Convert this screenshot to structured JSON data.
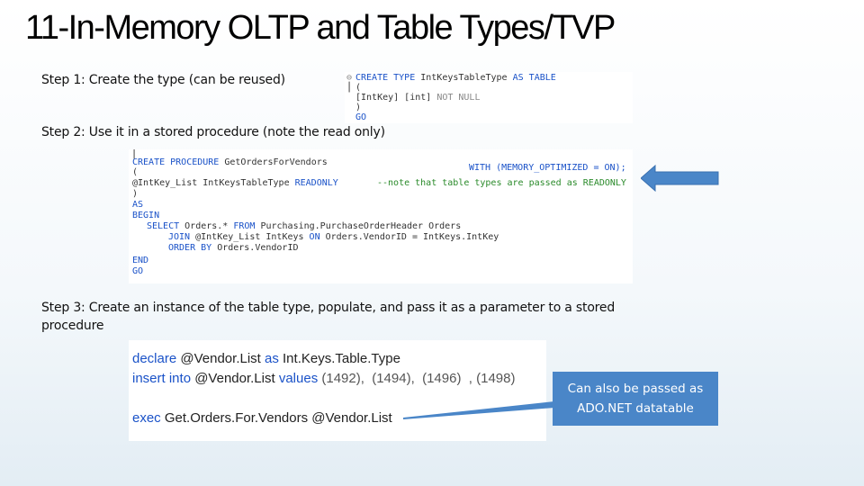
{
  "slide": {
    "title": "11-In-Memory OLTP and Table Types/TVP",
    "step1": "Step 1:  Create the type (can be reused)",
    "step2": "Step 2:  Use it in a stored procedure (note the read only)",
    "step3_line1": "Step 3: Create an instance of the table type, populate, and pass it as a parameter to a stored",
    "step3_line2": "procedure",
    "callout_line1": "Can also be passed as",
    "callout_line2": "ADO.NET datatable"
  },
  "code1": {
    "l1_kw": "CREATE TYPE ",
    "l1_name": "IntKeysTableType ",
    "l1_kw2": "AS TABLE",
    "l2": "(",
    "l3_a": "[IntKey] [int] ",
    "l3_b": "NOT NULL",
    "l4": ")",
    "l5": "GO",
    "g1": "⊖",
    "g2": "┃"
  },
  "code2": {
    "g_top": "┃",
    "l1_kw": "CREATE PROCEDURE ",
    "l1_name": "GetOrdersForVendors",
    "l2": "(",
    "with_text": "WITH (MEMORY_OPTIMIZED = ON);",
    "l3_a": "@IntKey_List IntKeysTableType ",
    "l3_b": "READONLY",
    "comment": "--note that table types are passed as READONLY",
    "l4": ")",
    "l5": "AS",
    "l6": "BEGIN",
    "l7_a": "SELECT ",
    "l7_b": "Orders.* ",
    "l7_c": "FROM ",
    "l7_d": "Purchasing.PurchaseOrderHeader Orders",
    "l8_a": "JOIN ",
    "l8_b": "@IntKey_List IntKeys ",
    "l8_c": "ON ",
    "l8_d": "Orders.VendorID = IntKeys.IntKey",
    "l9_a": "ORDER BY ",
    "l9_b": "Orders.VendorID",
    "l10": "END",
    "l11": "GO"
  },
  "code3": {
    "l1_kw": "declare ",
    "l1_var": "@Vendor.List ",
    "l1_kw2": "as ",
    "l1_type": "Int.Keys.Table.Type",
    "l2_kw": "insert into ",
    "l2_var": "@Vendor.List ",
    "l2_kw2": "values ",
    "l2_vals": "(1492),  (1494),  (1496)  , (1498)",
    "l3_kw": "exec ",
    "l3_proc": "Get.Orders.For.Vendors ",
    "l3_var": "@Vendor.List"
  },
  "colors": {
    "callout_fill": "#4a86c8",
    "arrow_fill": "#4a86c8",
    "keyword": "#1a52c8"
  }
}
